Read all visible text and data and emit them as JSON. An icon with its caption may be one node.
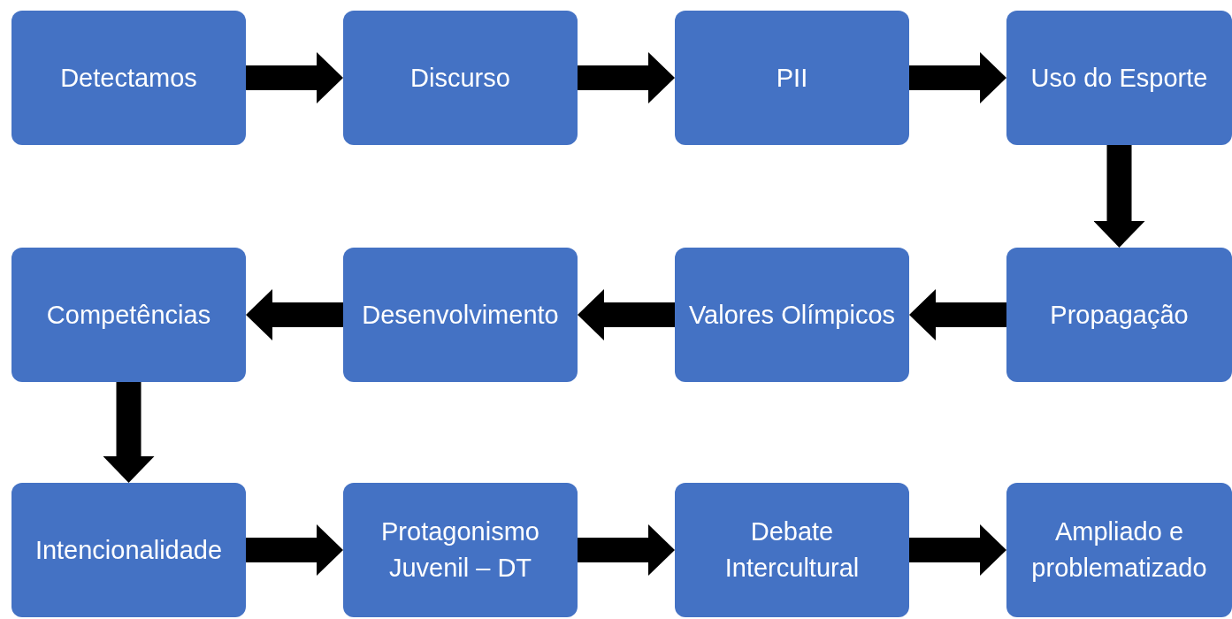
{
  "diagram": {
    "nodes": [
      {
        "text": [
          "Detectamos"
        ]
      },
      {
        "text": [
          "Discurso"
        ]
      },
      {
        "text": [
          "PII"
        ]
      },
      {
        "text": [
          "Uso do Esporte"
        ]
      },
      {
        "text": [
          "Competências"
        ]
      },
      {
        "text": [
          "Desenvolvimento"
        ]
      },
      {
        "text": [
          "Valores Olímpicos"
        ]
      },
      {
        "text": [
          "Propagação"
        ]
      },
      {
        "text": [
          "Intencionalidade"
        ]
      },
      {
        "text": [
          "Protagonismo Juvenil – DT"
        ]
      },
      {
        "text": [
          "Debate Intercultural"
        ]
      },
      {
        "text": [
          "Ampliado e problematizado"
        ]
      }
    ],
    "edges": [
      {
        "from": 0,
        "to": 1,
        "arrow": "to"
      },
      {
        "from": 1,
        "to": 2,
        "arrow": "to"
      },
      {
        "from": 2,
        "to": 3,
        "arrow": "to"
      },
      {
        "from": 3,
        "to": 7,
        "arrow": "to"
      },
      {
        "from": 7,
        "to": 6,
        "arrow": "to"
      },
      {
        "from": 6,
        "to": 5,
        "arrow": "to"
      },
      {
        "from": 5,
        "to": 4,
        "arrow": "to"
      },
      {
        "from": 4,
        "to": 8,
        "arrow": "to"
      },
      {
        "from": 8,
        "to": 9,
        "arrow": "to"
      },
      {
        "from": 9,
        "to": 10,
        "arrow": "to"
      },
      {
        "from": 10,
        "to": 11,
        "arrow": "to"
      }
    ]
  }
}
